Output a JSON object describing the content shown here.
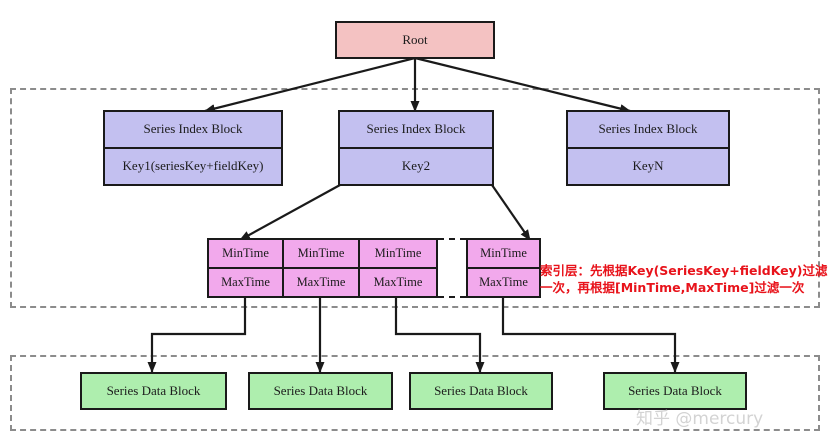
{
  "diagram": {
    "title": "TSM file index structure",
    "colors": {
      "root_fill": "#f4c2c2",
      "index_fill": "#c3c0f0",
      "time_fill": "#f2a9ec",
      "data_fill": "#aeeeae",
      "border": "#1a1a1a",
      "zone_border": "#8c8c8c",
      "annotation": "#e8131b",
      "watermark": "#d3d3d3"
    },
    "root": {
      "label": "Root"
    },
    "index_blocks": [
      {
        "header": "Series Index Block",
        "key": "Key1(seriesKey+fieldKey)"
      },
      {
        "header": "Series Index Block",
        "key": "Key2"
      },
      {
        "header": "Series Index Block",
        "key": "KeyN"
      }
    ],
    "time_entries": [
      {
        "min": "MinTime",
        "max": "MaxTime"
      },
      {
        "min": "MinTime",
        "max": "MaxTime"
      },
      {
        "min": "MinTime",
        "max": "MaxTime"
      },
      {
        "min": "MinTime",
        "max": "MaxTime"
      }
    ],
    "data_blocks": [
      {
        "label": "Series Data Block"
      },
      {
        "label": "Series Data Block"
      },
      {
        "label": "Series Data Block"
      },
      {
        "label": "Series Data Block"
      }
    ],
    "annotation": {
      "line1": "索引层：先根据Key(SeriesKey+fieldKey)过滤",
      "line2": "一次，再根据[MinTime,MaxTime]过滤一次"
    },
    "watermark": {
      "text": "知乎 @mercury"
    }
  }
}
